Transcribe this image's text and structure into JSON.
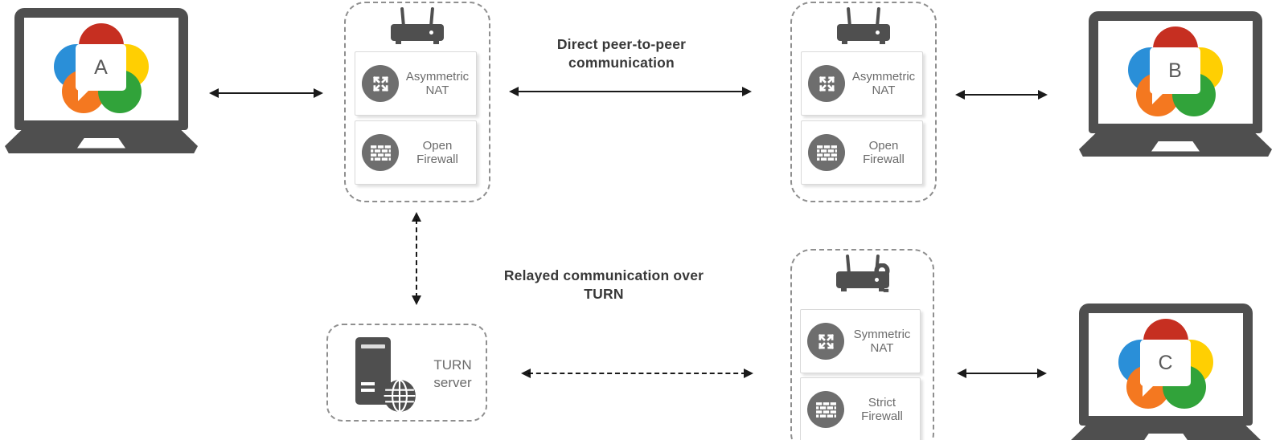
{
  "diagram": {
    "peers": [
      {
        "id": "peer-a",
        "letter": "A"
      },
      {
        "id": "peer-b",
        "letter": "B"
      },
      {
        "id": "peer-c",
        "letter": "C"
      }
    ],
    "gateways": [
      {
        "id": "gateway-1",
        "nat_label": "Asymmetric NAT",
        "firewall_label": "Open Firewall",
        "has_key": false
      },
      {
        "id": "gateway-2",
        "nat_label": "Asymmetric NAT",
        "firewall_label": "Open Firewall",
        "has_key": false
      },
      {
        "id": "gateway-3",
        "nat_label": "Symmetric NAT",
        "firewall_label": "Strict Firewall",
        "has_key": true
      }
    ],
    "turn_server": {
      "label": "TURN server"
    },
    "connections": [
      {
        "from": "peer-a",
        "to": "gateway-1",
        "style": "solid",
        "label": ""
      },
      {
        "from": "gateway-1",
        "to": "gateway-2",
        "style": "solid",
        "label": "Direct peer-to-peer communication"
      },
      {
        "from": "gateway-2",
        "to": "peer-b",
        "style": "solid",
        "label": ""
      },
      {
        "from": "gateway-1",
        "to": "turn-server",
        "style": "dashed",
        "label": ""
      },
      {
        "from": "turn-server",
        "to": "gateway-3",
        "style": "dashed",
        "label": "Relayed communication over TURN"
      },
      {
        "from": "gateway-3",
        "to": "peer-c",
        "style": "solid",
        "label": ""
      }
    ],
    "icons": {
      "laptop": "laptop-icon",
      "logo": "webrtc-logo",
      "router": "router-icon",
      "nat": "nat-expand-arrows-icon",
      "firewall": "brick-wall-icon",
      "server": "server-tower-icon",
      "globe": "globe-icon",
      "key": "key-icon"
    },
    "colors": {
      "laptop_body": "#4f4f4f",
      "icon_gray": "#6e6e6e",
      "arrow": "#1a1a1a",
      "dashed_border": "#8f8f8f",
      "card_text": "#6b6b6b",
      "label_text": "#383838",
      "logo_red": "#c62f21",
      "logo_blue": "#2a8fd8",
      "logo_yellow": "#ffcf02",
      "logo_orange": "#f47820",
      "logo_green": "#31a33a"
    }
  }
}
